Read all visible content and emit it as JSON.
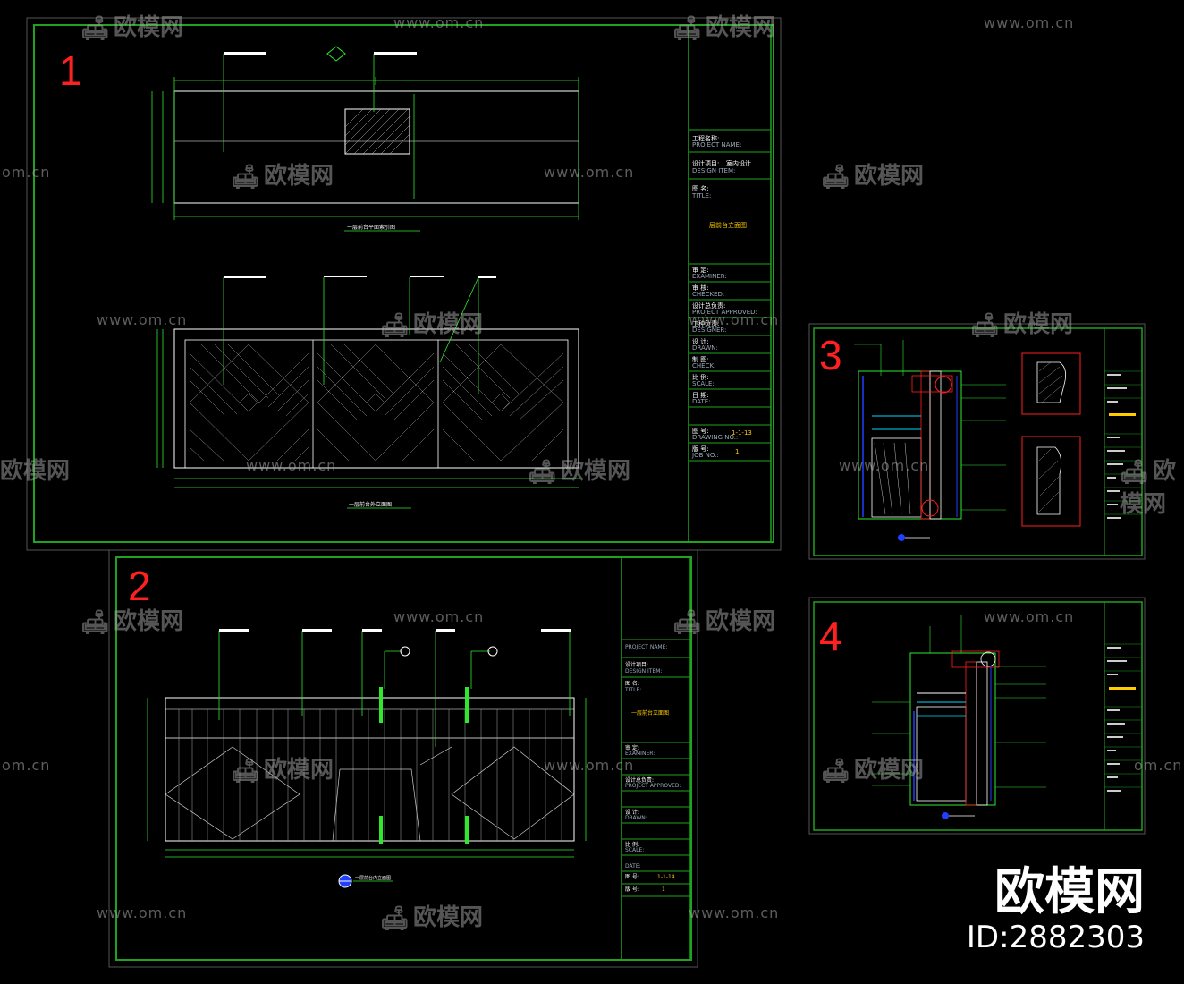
{
  "labels": {
    "sheet1": "1",
    "sheet2": "2",
    "sheet3": "3",
    "sheet4": "4"
  },
  "watermark": {
    "url": "www.om.cn",
    "short_url": "om.cn",
    "logo": "欧模网"
  },
  "brand": {
    "name": "欧模网",
    "id": "ID:2882303"
  },
  "title_block": {
    "project_name_cn": "工程名称:",
    "project_name_en": "PROJECT NAME:",
    "design_item_cn": "设计项目:",
    "design_item_value": "室内设计",
    "design_item_en": "DESIGN ITEM:",
    "title_cn": "图 名:",
    "title_en": "TITLE:",
    "sheet_title_1": "一层前台立面图",
    "sheet_title_2": "一层前台立面图",
    "examiner_cn": "审 定:",
    "examiner_en": "EXAMINER:",
    "checked_cn": "审 核:",
    "checked_en": "CHECKED:",
    "approved_cn": "设计总负责:",
    "approved_en": "PROJECT APPROVED:",
    "designer_cn": "工种负责:",
    "designer_en": "DESIGNER:",
    "drawn_cn": "设 计:",
    "drawn_en": "DRAWN:",
    "check_cn": "制 图:",
    "check_en": "CHECK:",
    "scale_cn": "比 例:",
    "scale_en": "SCALE:",
    "date_cn": "日 期:",
    "date_en": "DATE:",
    "drawing_no_cn": "图 号:",
    "drawing_no_en": "DRAWING NO.:",
    "drawing_no_1": "1-1-13",
    "drawing_no_2": "1-1-14",
    "job_no_cn": "版 号:",
    "job_no_en": "JOB NO.:",
    "job_no_value": "1"
  },
  "captions": {
    "plan_caption": "一层前台平面索引图",
    "elev_caption_1": "一层前台外立面图",
    "elev_caption_2": "一层前台内立面图"
  },
  "colors": {
    "frame": "#1fa31f",
    "dim": "#2ee82e",
    "line": "#ffffff",
    "accent": "#ff2020",
    "yellow": "#ffcc00",
    "cyan": "#00d8ff",
    "blue": "#2040ff",
    "red": "#ff2020"
  }
}
